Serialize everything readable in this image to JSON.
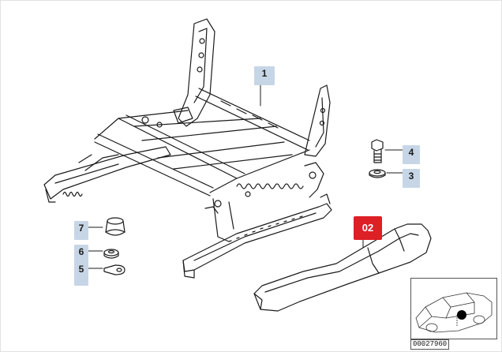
{
  "callouts": {
    "c1": "1",
    "c2": "02",
    "c3": "3",
    "c4": "4",
    "c5": "5",
    "c6": "6",
    "c7": "7"
  },
  "thumbnail": {
    "id": "00027960",
    "icon": "car-location-icon"
  },
  "colors": {
    "callout_bg": "#c7d6e6",
    "badge_red": "#dd1f26",
    "line": "#1b1b1b"
  }
}
